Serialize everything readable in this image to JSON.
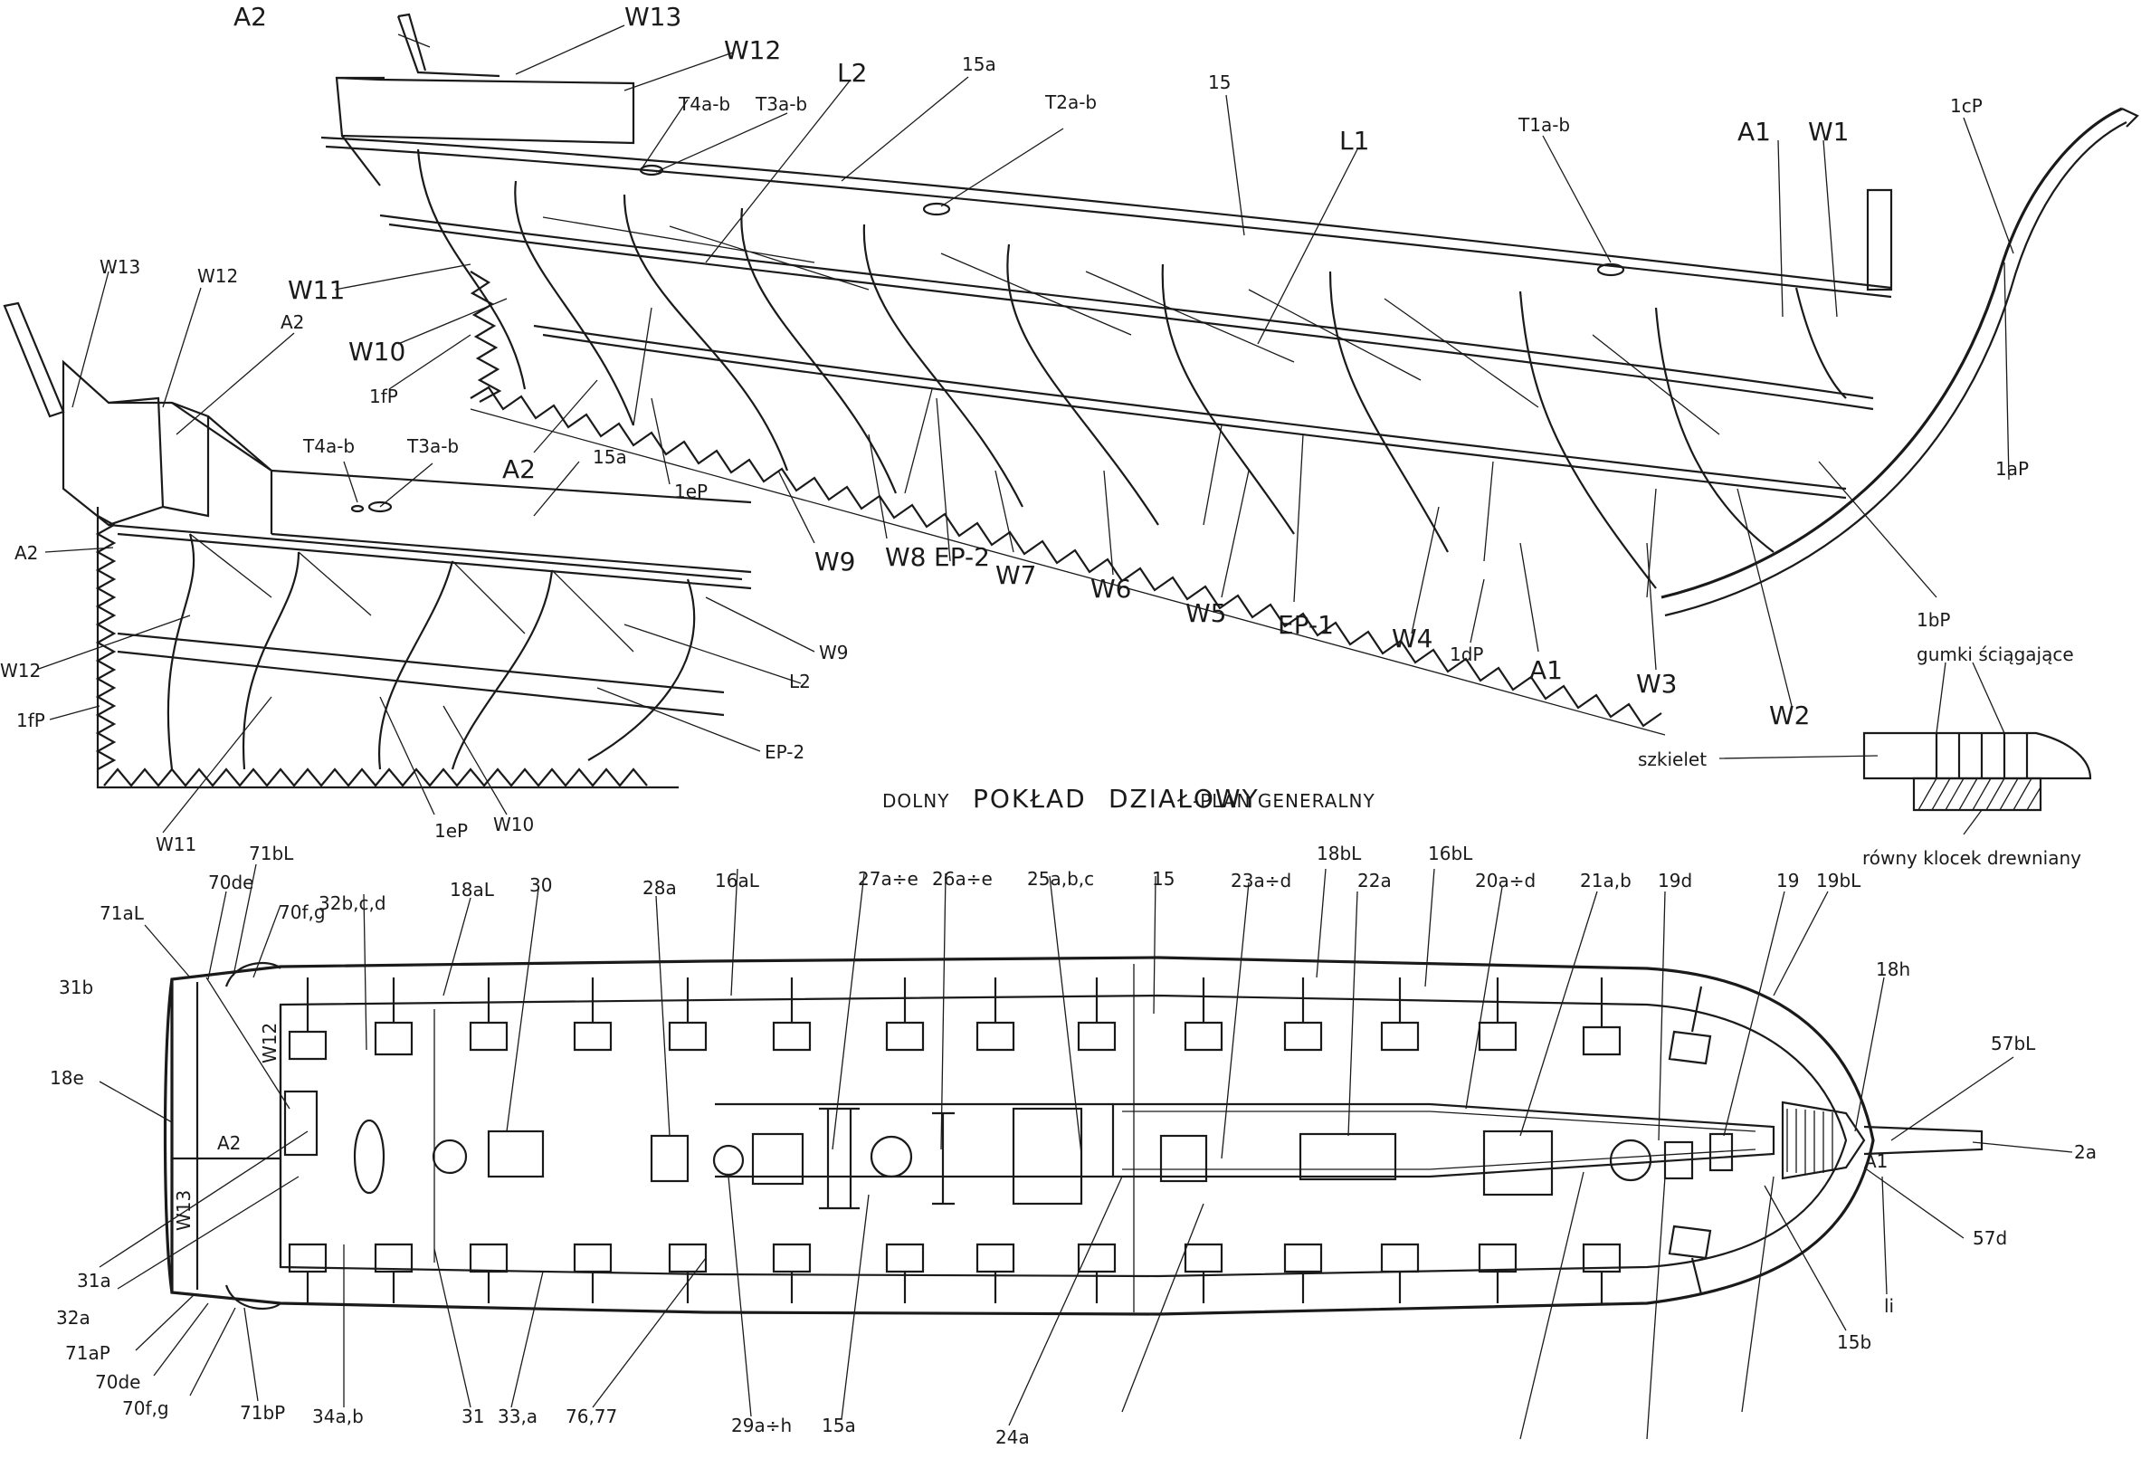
{
  "title": {
    "prefix": "DOLNY",
    "word1": "POKŁAD",
    "word2": "DZIAŁOWY",
    "suffix": "-PLAN GENERALNY"
  },
  "detail": {
    "szkielet": "szkielet",
    "gumki": "gumki ściągające",
    "klocek": "równy klocek drewniany"
  },
  "labels": {
    "top_A2": "A2",
    "top_W13": "W13",
    "top_W12": "W12",
    "top_L2": "L2",
    "top_15a": "15a",
    "top_T4ab": "T4a-b",
    "top_T3ab": "T3a-b",
    "top_T2ab": "T2a-b",
    "top_15": "15",
    "top_L1": "L1",
    "top_T1ab": "T1a-b",
    "top_A1": "A1",
    "top_W1": "W1",
    "top_1cP": "1cP",
    "top_W11": "W11",
    "top_W10": "W10",
    "top_1fP": "1fP",
    "top_A2b": "A2",
    "top_1eP": "1eP",
    "top_W9": "W9",
    "top_W8": "W8",
    "top_EP2": "EP-2",
    "top_W7": "W7",
    "top_W6": "W6",
    "top_W5": "W5",
    "top_EP1": "EP-1",
    "top_W4": "W4",
    "top_1dP": "1dP",
    "top_A1b": "A1",
    "top_W3": "W3",
    "top_W2": "W2",
    "top_1aP": "1aP",
    "top_1bP": "1bP",
    "l_W13": "W13",
    "l_W12": "W12",
    "l_A2": "A2",
    "l_T4ab": "T4a-b",
    "l_T3ab": "T3a-b",
    "l_15a": "15a",
    "l_A2L": "A2",
    "l_W12L": "W12",
    "l_1fP": "1fP",
    "l_W9": "W9",
    "l_L2": "L2",
    "l_EP2": "EP-2",
    "l_W11": "W11",
    "l_1eP": "1eP",
    "l_W10": "W10",
    "p_71bL": "71bL",
    "p_70de": "70de",
    "p_70fg": "70f,g",
    "p_71aL": "71aL",
    "p_32bcd": "32b,c,d",
    "p_18aL": "18aL",
    "p_30": "30",
    "p_28a": "28a",
    "p_16aL": "16aL",
    "p_27ae": "27a÷e",
    "p_26ae": "26a÷e",
    "p_25abc": "25a,b,c",
    "p_15": "15",
    "p_23ad": "23a÷d",
    "p_18bL": "18bL",
    "p_16bL": "16bL",
    "p_22a": "22a",
    "p_20ad": "20a÷d",
    "p_21ab": "21a,b",
    "p_19d": "19d",
    "p_19": "19",
    "p_19bL": "19bL",
    "p_18h": "18h",
    "p_57bL": "57bL",
    "p_2a": "2a",
    "p_57d": "57d",
    "p_li": "li",
    "p_15b": "15b",
    "p_31b": "31b",
    "p_18e": "18e",
    "p_W12": "W12",
    "p_A2": "A2",
    "p_W13": "W13",
    "p_A1": "A1",
    "p_31a": "31a",
    "p_32a": "32a",
    "p_71aP": "71aP",
    "p_70de2": "70de",
    "p_70fg2": "70f,g",
    "p_71bP": "71bP",
    "p_34ab": "34a,b",
    "p_31": "31",
    "p_33a": "33,a",
    "p_7677": "76,77",
    "p_29ah": "29a÷h",
    "p_15a": "15a",
    "p_24a": "24a"
  }
}
